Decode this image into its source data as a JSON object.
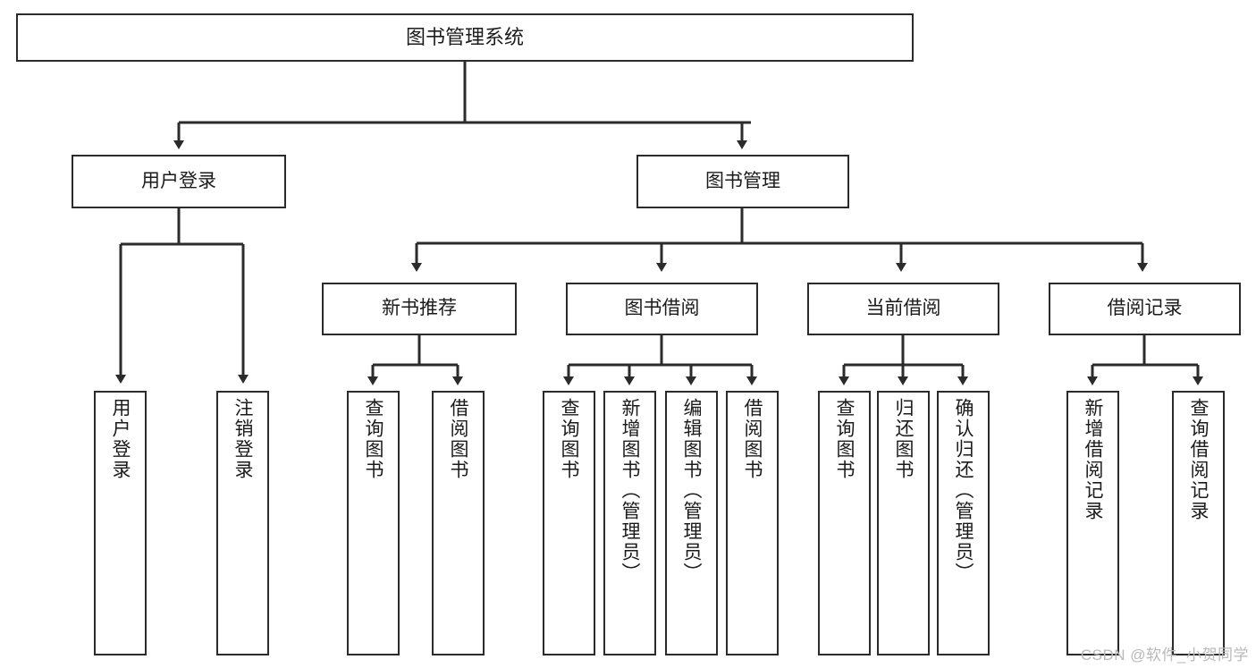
{
  "diagram": {
    "title": "图书管理系统",
    "type": "tree-hierarchy",
    "root": {
      "id": "root",
      "label": "图书管理系统"
    },
    "level2": [
      {
        "id": "user-login",
        "label": "用户登录"
      },
      {
        "id": "book-manage",
        "label": "图书管理"
      }
    ],
    "level3": [
      {
        "id": "new-book-rec",
        "label": "新书推荐"
      },
      {
        "id": "book-borrow",
        "label": "图书借阅"
      },
      {
        "id": "current-borrow",
        "label": "当前借阅"
      },
      {
        "id": "borrow-record",
        "label": "借阅记录"
      }
    ],
    "leaves": {
      "user_login": [
        {
          "id": "leaf-user-login",
          "label": "用户登录"
        },
        {
          "id": "leaf-logout",
          "label": "注销登录"
        }
      ],
      "new_book_rec": [
        {
          "id": "leaf-query-book-1",
          "label": "查询图书"
        },
        {
          "id": "leaf-borrow-book-1",
          "label": "借阅图书"
        }
      ],
      "book_borrow": [
        {
          "id": "leaf-query-book-2",
          "label": "查询图书"
        },
        {
          "id": "leaf-add-book",
          "label": "新增图书（管理员）"
        },
        {
          "id": "leaf-edit-book",
          "label": "编辑图书（管理员）"
        },
        {
          "id": "leaf-borrow-book-2",
          "label": "借阅图书"
        }
      ],
      "current_borrow": [
        {
          "id": "leaf-query-book-3",
          "label": "查询图书"
        },
        {
          "id": "leaf-return-book",
          "label": "归还图书"
        },
        {
          "id": "leaf-confirm-return",
          "label": "确认归还（管理员）"
        }
      ],
      "borrow_record": [
        {
          "id": "leaf-add-record",
          "label": "新增借阅记录"
        },
        {
          "id": "leaf-query-record",
          "label": "查询借阅记录"
        }
      ]
    },
    "colors": {
      "stroke": "#2b2b2b",
      "fill": "#ffffff",
      "text": "#1b1b1b",
      "watermark": "#b9b9b9"
    }
  },
  "watermark": {
    "text": "CSDN @软件_小贺同学"
  }
}
